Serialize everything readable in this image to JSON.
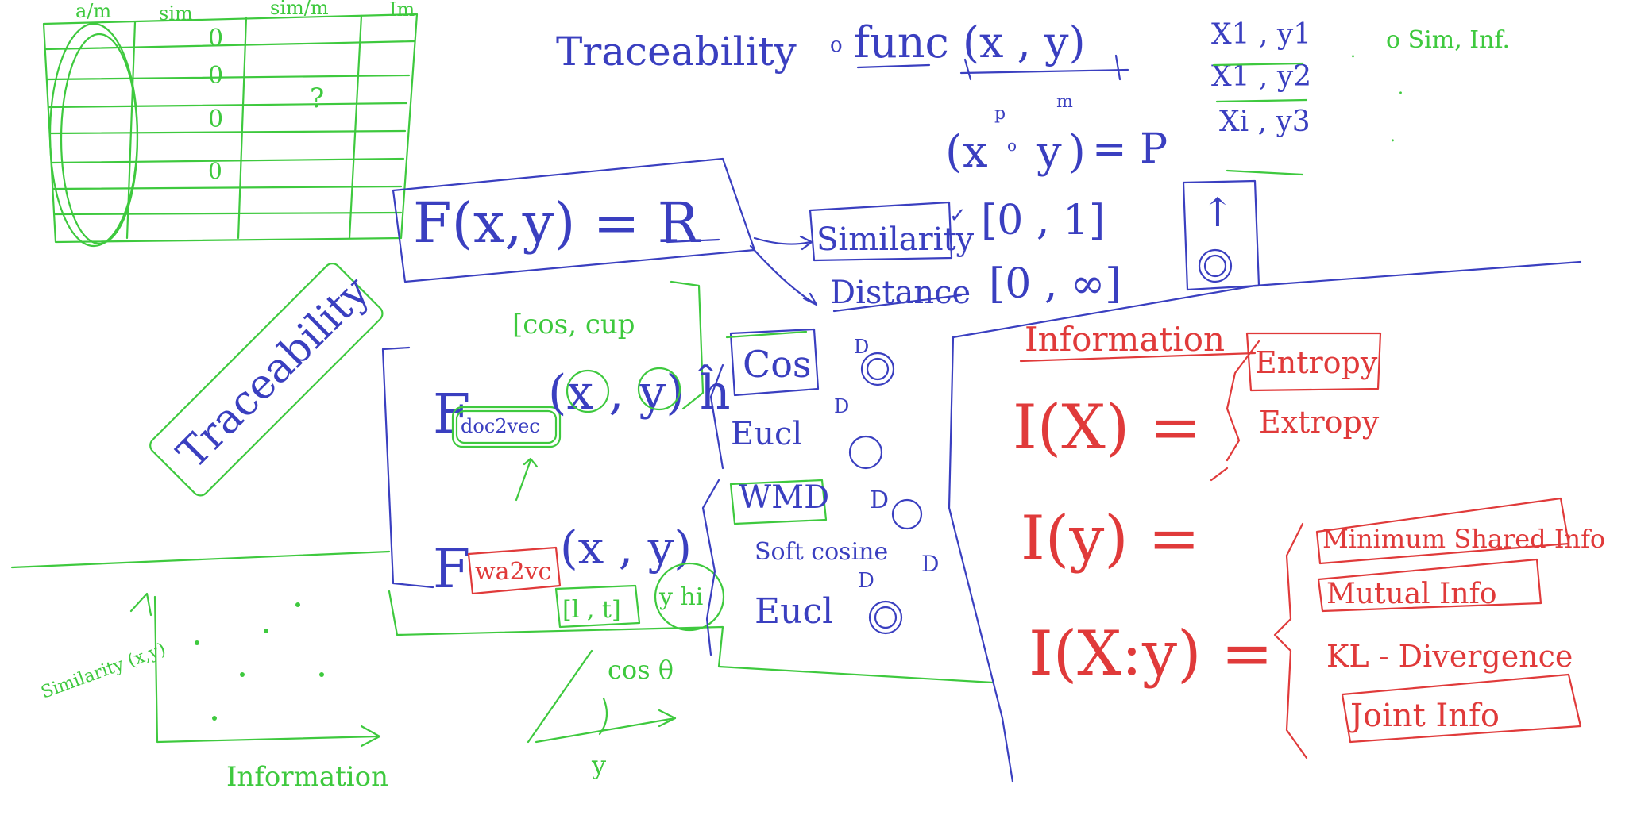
{
  "colors": {
    "green": "#3ec93e",
    "blue": "#3a3fc0",
    "red": "#e03a3a",
    "background": "#ffffff"
  },
  "table": {
    "headers": [
      "a/m",
      "sim",
      "sim/m",
      "Im"
    ],
    "rows": [
      [
        "",
        "0",
        ""
      ],
      [
        "",
        "0",
        ""
      ],
      [
        "",
        "0",
        "?"
      ],
      [
        "",
        "0",
        ""
      ]
    ]
  },
  "title": {
    "label": "Traceability",
    "bullet": "o",
    "function": "func (x , y)"
  },
  "superscript_eq": {
    "xp": "x",
    "p": "p",
    "y": "y",
    "m": "m",
    "result": "= P"
  },
  "top_right": {
    "pairs": [
      "X1 , y1",
      "X1 , y2",
      "Xi , y3"
    ],
    "note": "o Sim, Inf."
  },
  "main_function": {
    "expr": "F(x,y) = R"
  },
  "relations": {
    "similarity": "Similarity",
    "similarity_range": "[0 , 1]",
    "distance": "Distance",
    "distance_range": "[0 , ∞]",
    "arrow_up_symbol": "↑",
    "circle_symbol": "O"
  },
  "traceability_box": "Traceability",
  "functions": {
    "f1_name": "F",
    "f1_sub": "doc2vec",
    "f1_args": "(x , y) ĥ",
    "f1_note": "[cos, cup",
    "f2_name": "F",
    "f2_sub": "wa2vc",
    "f2_args": "(x , y)",
    "f2_tag": "[l , t]",
    "f2_tag2": "y hi"
  },
  "measures": [
    {
      "name": "Cos",
      "tag": "D"
    },
    {
      "name": "Eucl",
      "tag": "D"
    },
    {
      "name": "WMD",
      "tag": "D"
    },
    {
      "name": "Soft cosine",
      "tag": "D"
    },
    {
      "name": "Eucl",
      "tag": "D"
    }
  ],
  "information": {
    "heading": "Information",
    "ix": "I(X) =",
    "ix_options": [
      "Entropy",
      "Extropy"
    ],
    "iy": "I(y) =",
    "ixy": "I(X:y) =",
    "ixy_options": [
      "Minimum Shared Info",
      "Mutual Info",
      "KL - Divergence",
      "Joint Info"
    ]
  },
  "plot": {
    "ylabel": "Similarity (x,y)",
    "xlabel": "Information",
    "angle_label": "cos θ",
    "axis_y": "y"
  }
}
